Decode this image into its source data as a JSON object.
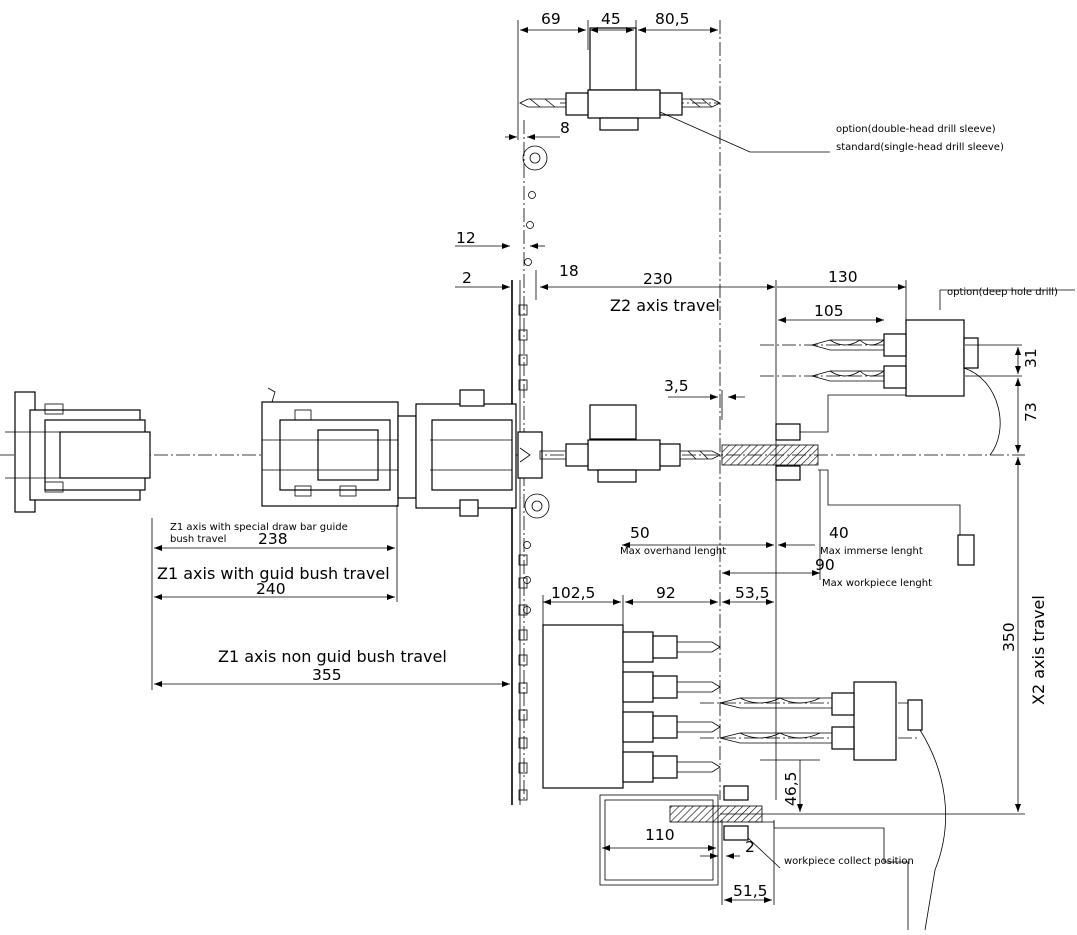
{
  "drawing": {
    "top_dims": {
      "d69": "69",
      "d45": "45",
      "d80_5": "80,5",
      "d8": "8"
    },
    "drill_sleeve_notes": {
      "option": "option(double-head drill sleeve)",
      "standard": "standard(single-head drill sleeve)"
    },
    "z2": {
      "d12": "12",
      "d2": "2",
      "d18": "18",
      "d230": "230",
      "d130": "130",
      "d105": "105",
      "travel_label": "Z2 axis travel",
      "deep_hole_note": "option(deep hole drill)"
    },
    "right_dims": {
      "d31": "31",
      "d73": "73",
      "d350": "350",
      "x2_label": "X2 axis travel",
      "d46_5": "46,5"
    },
    "center_dims": {
      "d3_5": "3,5",
      "d50": "50",
      "max_overhand": "Max overhand lenght",
      "d40": "40",
      "max_immerse": "Max immerse lenght",
      "d90": "90",
      "max_workpiece": "Max workpiece lenght"
    },
    "z1": {
      "special_label_1": "Z1 axis with special draw bar guide",
      "special_label_2": "bush travel",
      "d238": "238",
      "guide_label": "Z1 axis with guid bush travel",
      "d240": "240",
      "non_guide_label": "Z1 axis non guid bush travel",
      "d355": "355"
    },
    "lower_dims": {
      "d102_5": "102,5",
      "d92": "92",
      "d53_5": "53,5",
      "d110": "110",
      "d2": "2",
      "d51_5": "51,5"
    },
    "collect_note": "workpiece collect position"
  }
}
